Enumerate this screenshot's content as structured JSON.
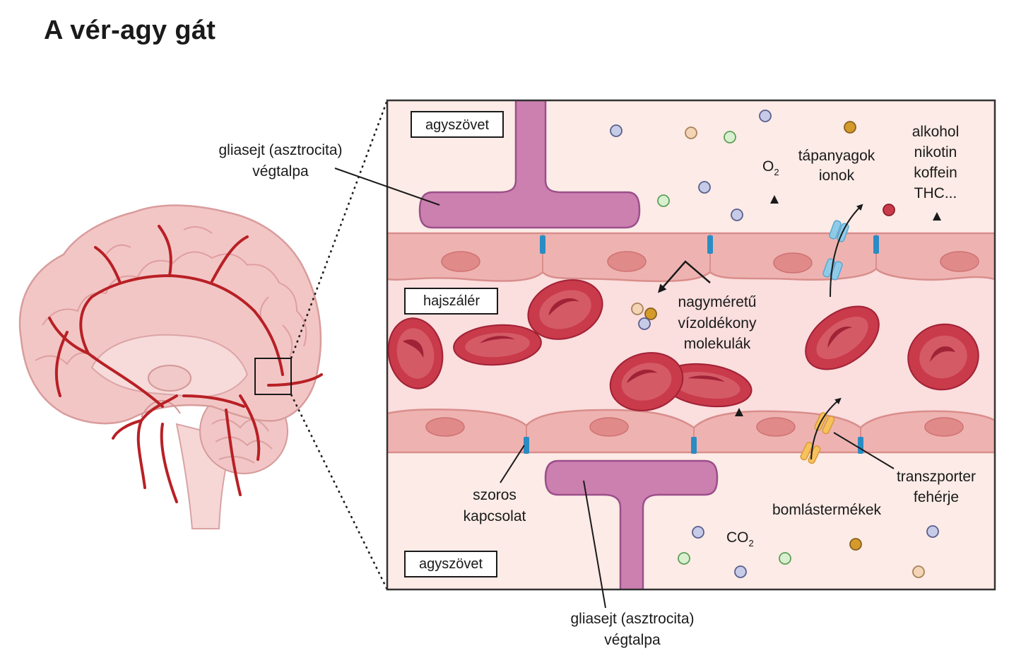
{
  "title": "A vér-agy gát",
  "labels": {
    "brain_tissue_top": "agyszövet",
    "brain_tissue_bottom": "agyszövet",
    "capillary": "hajszálér",
    "glia_top_line1": "gliasejt (asztrocita)",
    "glia_top_line2": "végtalpa",
    "glia_bottom_line1": "gliasejt (asztrocita)",
    "glia_bottom_line2": "végtalpa",
    "o2_main": "O",
    "o2_sub": "2",
    "nutrients_line1": "tápanyagok",
    "nutrients_line2": "ionok",
    "substances_line1": "alkohol",
    "substances_line2": "nikotin",
    "substances_line3": "koffein",
    "substances_line4": "THC...",
    "large_mol_line1": "nagyméretű",
    "large_mol_line2": "vízoldékony",
    "large_mol_line3": "molekulák",
    "tight_junction_line1": "szoros",
    "tight_junction_line2": "kapcsolat",
    "co2_main": "CO",
    "co2_sub": "2",
    "waste": "bomlástermékek",
    "transporter_line1": "transzporter",
    "transporter_line2": "fehérje"
  },
  "colors": {
    "tissue_bg": "#fcebe6",
    "lumen": "#fbdede",
    "endothelium": "#eeb3b1",
    "endothelium_nucleus": "#e08a8a",
    "astrocyte": "#cc80b0",
    "astrocyte_stroke": "#9b4f8a",
    "rbc": "#c93a4a",
    "rbc_dark": "#a02236",
    "tight_junction": "#2b8cc4",
    "channel": "#8fcbe8",
    "transporter": "#f7c15c",
    "vessel": "#b82025",
    "brain": "#f3c3c3"
  }
}
